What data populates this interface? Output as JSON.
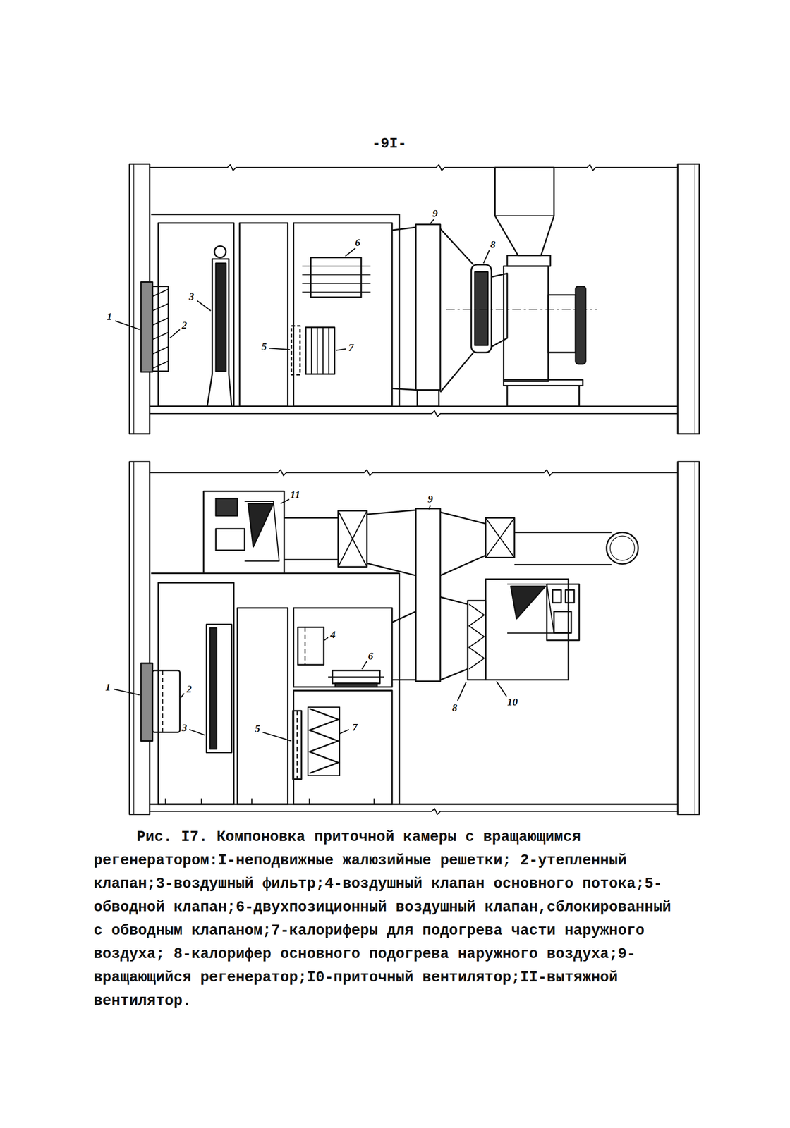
{
  "diagram": {
    "caption": "Рис. I7. Компоновка приточной камеры с вращающимся регенератором:I-неподвижные жалюзийные решетки; 2-утепленный клапан;3-воздушный фильтр;4-воздушный клапан основного потока;5-обводной клапан;6-двухпозиционный воздушный клапан,сблокированный с обводным клапаном;7-калориферы для подогрева части наружного воздуха; 8-калорифер основного подогрева наружного воздуха;9-вращающийся регенератор;I0-приточный вентилятор;II-вытяжной вентилятор.",
    "labels": [
      "-9I-",
      "9",
      "6",
      "8",
      "3",
      "1",
      "2",
      "5",
      "7",
      "11",
      "9",
      "4",
      "6",
      "1",
      "2",
      "10",
      "8",
      "7",
      "3",
      "5"
    ]
  }
}
